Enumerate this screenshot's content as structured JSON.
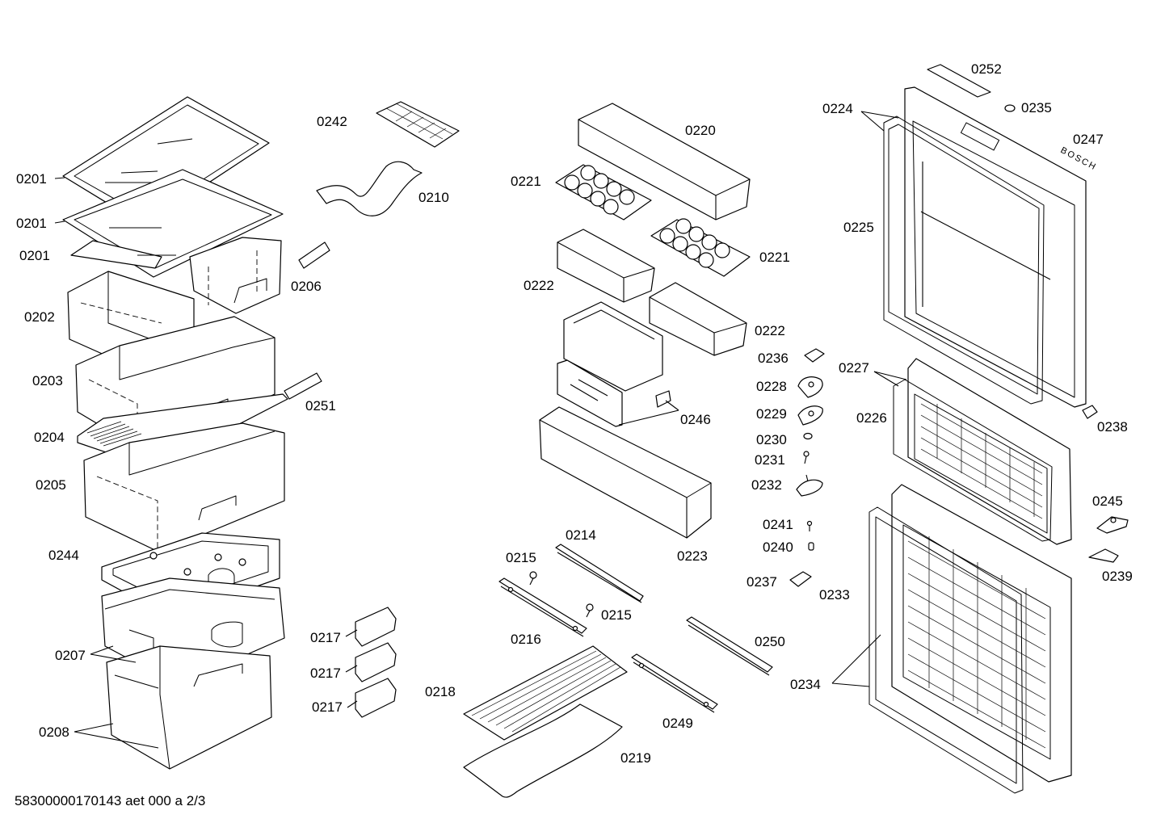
{
  "labels": {
    "l0201a": "0201",
    "l0201b": "0201",
    "l0201c": "0201",
    "l0202": "0202",
    "l0203": "0203",
    "l0204": "0204",
    "l0205": "0205",
    "l0244": "0244",
    "l0207": "0207",
    "l0208": "0208",
    "l0242": "0242",
    "l0210": "0210",
    "l0206": "0206",
    "l0251": "0251",
    "l0217a": "0217",
    "l0217b": "0217",
    "l0217c": "0217",
    "l0220": "0220",
    "l0221a": "0221",
    "l0221b": "0221",
    "l0222a": "0222",
    "l0222b": "0222",
    "l0246": "0246",
    "l0223": "0223",
    "l0214": "0214",
    "l0215a": "0215",
    "l0215b": "0215",
    "l0216": "0216",
    "l0250": "0250",
    "l0249": "0249",
    "l0218": "0218",
    "l0219": "0219",
    "l0236": "0236",
    "l0228": "0228",
    "l0229": "0229",
    "l0230": "0230",
    "l0231": "0231",
    "l0232": "0232",
    "l0241": "0241",
    "l0240": "0240",
    "l0237": "0237",
    "l0233": "0233",
    "l0252": "0252",
    "l0235": "0235",
    "l0224": "0224",
    "l0247": "0247",
    "l0225": "0225",
    "l0227": "0227",
    "l0226": "0226",
    "l0238": "0238",
    "l0245": "0245",
    "l0239": "0239",
    "l0234": "0234"
  },
  "brand_text": "BOSCH",
  "footer": "58300000170143 aet 000 a 2/3"
}
